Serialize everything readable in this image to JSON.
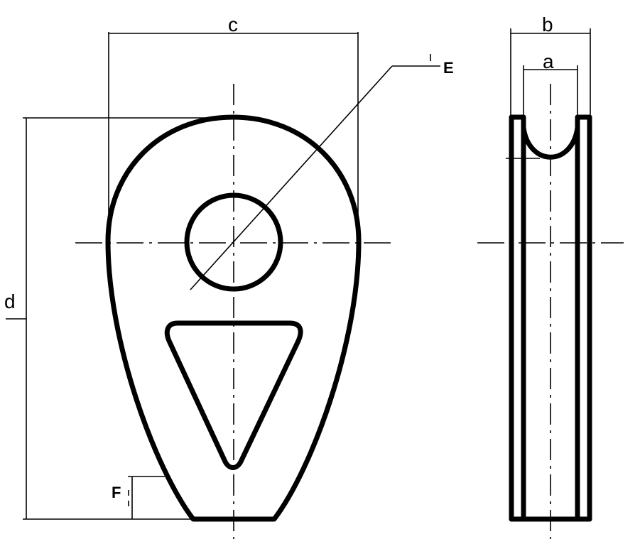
{
  "labels": {
    "c": "c",
    "b": "b",
    "a": "a",
    "d": "d",
    "E": "E",
    "F": "F"
  }
}
